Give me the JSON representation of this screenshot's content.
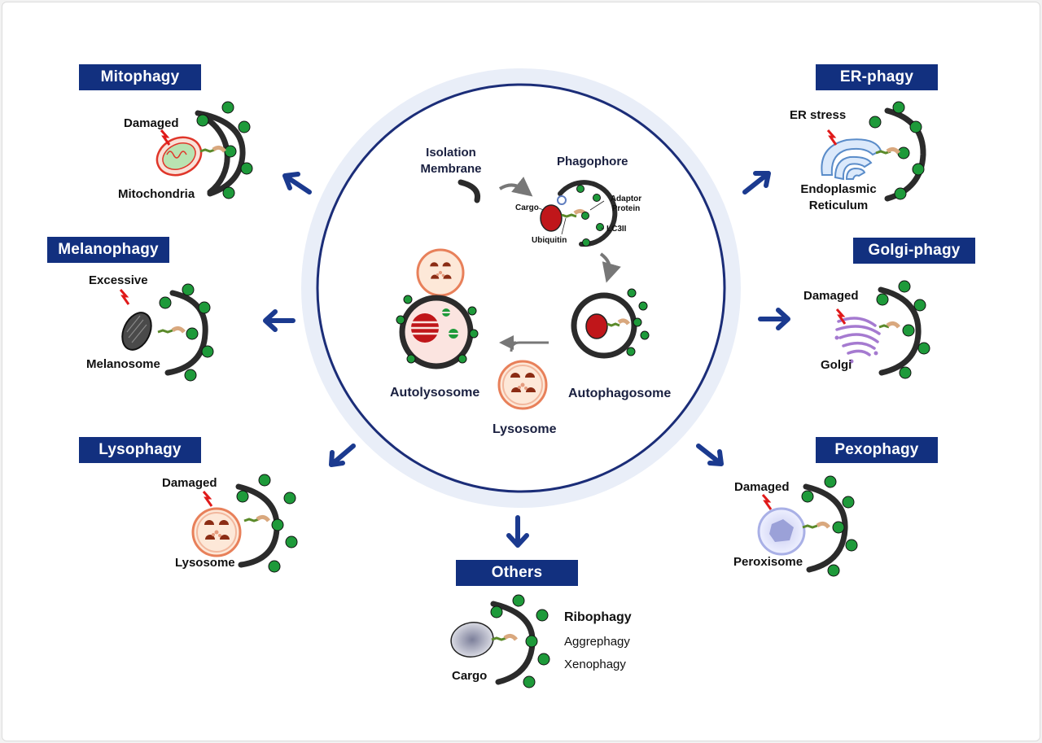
{
  "colors": {
    "title_bg": "#12307f",
    "arrow": "#1b3a8f",
    "membrane": "#2b2b2b",
    "lc3": "#1e9a3a",
    "lysosome": "#e8805a",
    "cargo_red": "#c0161a"
  },
  "center": {
    "isolation_membrane": [
      "Isolation",
      "Membrane"
    ],
    "phagophore": "Phagophore",
    "cargo": "Cargo",
    "adaptor_protein": [
      "Adaptor",
      "Protein"
    ],
    "ubiquitin": "Ubiquitin",
    "lc3": "LC3II",
    "autophagosome": "Autophagosome",
    "autolysosome": "Autolysosome",
    "lysosome": "Lysosome"
  },
  "mitophagy": {
    "title": "Mitophagy",
    "top": "Damaged",
    "bottom": "Mitochondria"
  },
  "melanophagy": {
    "title": "Melanophagy",
    "top": "Excessive",
    "bottom": "Melanosome"
  },
  "lysophagy": {
    "title": "Lysophagy",
    "top": "Damaged",
    "bottom": "Lysosome"
  },
  "er_phagy": {
    "title": "ER-phagy",
    "top": "ER stress",
    "bottom": [
      "Endoplasmic",
      "Reticulum"
    ]
  },
  "golgi_phagy": {
    "title": "Golgi-phagy",
    "top": "Damaged",
    "bottom": "Golgi"
  },
  "pexophagy": {
    "title": "Pexophagy",
    "top": "Damaged",
    "bottom": "Peroxisome"
  },
  "others": {
    "title": "Others",
    "cargo": "Cargo",
    "items": [
      "Ribophagy",
      "Aggrephagy",
      "Xenophagy"
    ]
  }
}
